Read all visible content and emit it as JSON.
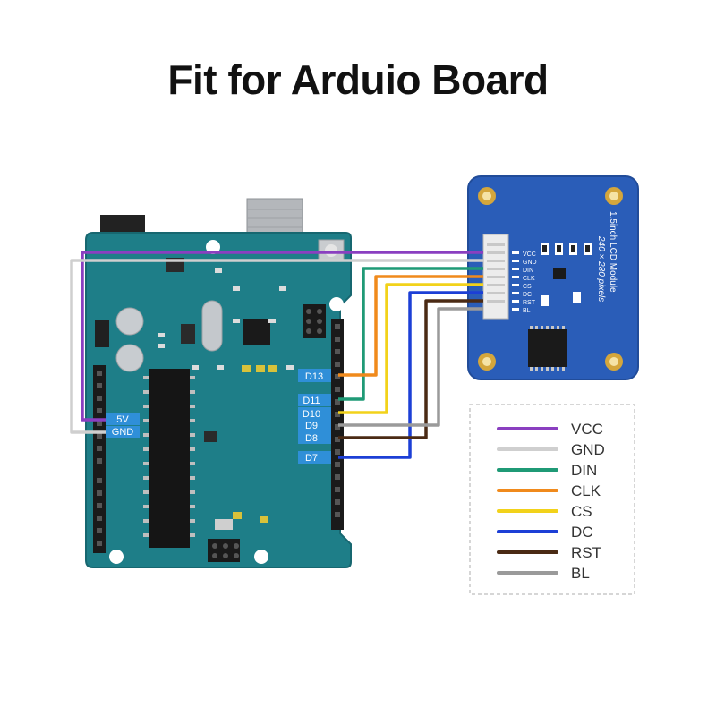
{
  "title": "Fit for Arduio Board",
  "arduino": {
    "pin_labels": [
      "D13",
      "D11",
      "D10",
      "D9",
      "D8",
      "D7",
      "5V",
      "GND"
    ],
    "board_color": "#1e7e88"
  },
  "lcd_module": {
    "name": "1.5inch LCD Module",
    "resolution": "240 × 280 pixels",
    "pins": [
      "VCC",
      "GND",
      "DIN",
      "CLK",
      "CS",
      "DC",
      "RST",
      "BL"
    ],
    "board_color": "#2a5db8"
  },
  "legend": [
    {
      "label": "VCC",
      "color": "#8a3fc0"
    },
    {
      "label": "GND",
      "color": "#cfcfcf"
    },
    {
      "label": "DIN",
      "color": "#1f9a76"
    },
    {
      "label": "CLK",
      "color": "#f08a1c"
    },
    {
      "label": "CS",
      "color": "#f2d21a"
    },
    {
      "label": "DC",
      "color": "#1c3fd6"
    },
    {
      "label": "RST",
      "color": "#4a2a14"
    },
    {
      "label": "BL",
      "color": "#9a9a9a"
    }
  ]
}
